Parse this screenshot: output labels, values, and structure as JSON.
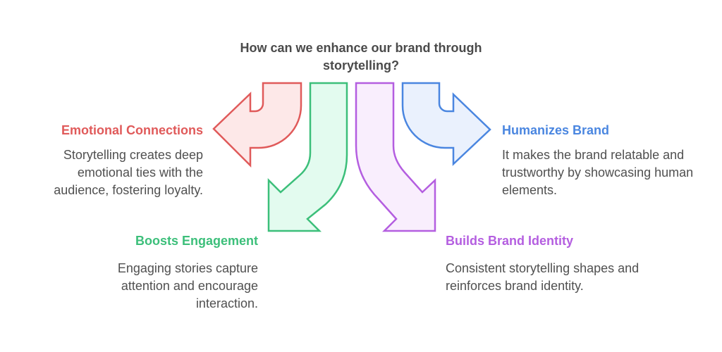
{
  "title": "How can we enhance our brand through storytelling?",
  "colors": {
    "red": "#e05a5a",
    "red_fill": "#fde8e8",
    "green": "#3cbf7a",
    "green_fill": "#e3fbef",
    "purple": "#b45ee0",
    "purple_fill": "#f9eefd",
    "blue": "#4a86e0",
    "blue_fill": "#eaf1fd",
    "text": "#505050"
  },
  "items": [
    {
      "key": "emotional",
      "title": "Emotional Connections",
      "text": "Storytelling creates deep emotional ties with the audience, fostering loyalty.",
      "color": "red"
    },
    {
      "key": "boosts",
      "title": "Boosts Engagement",
      "text": "Engaging stories capture attention and encourage interaction.",
      "color": "green"
    },
    {
      "key": "identity",
      "title": "Builds Brand Identity",
      "text": "Consistent storytelling shapes and reinforces brand identity.",
      "color": "purple"
    },
    {
      "key": "humanizes",
      "title": "Humanizes Brand",
      "text": "It makes the brand relatable and trustworthy by showcasing human elements.",
      "color": "blue"
    }
  ]
}
